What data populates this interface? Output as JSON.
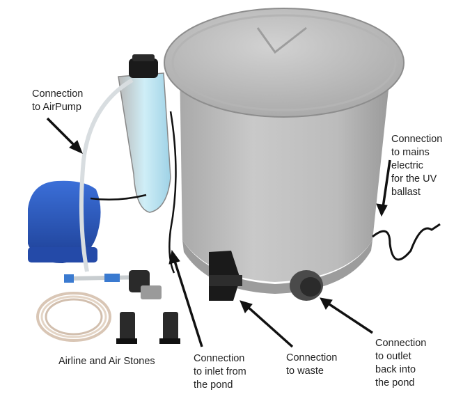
{
  "labels": {
    "airpump": "Connection\nto AirPump",
    "mains": "Connection\nto mains\nelectric\nfor the UV\nballast",
    "airline": "Airline and Air Stones",
    "inlet": "Connection\nto inlet from\nthe pond",
    "waste": "Connection\nto waste",
    "outlet": "Connection\nto outlet\nback into\nthe pond"
  },
  "colors": {
    "tank": "#bdbdbd",
    "tank_shadow": "#8f8f8f",
    "pump": "#2b55b8",
    "uv_glow": "#bfe6f4",
    "arrow": "#111111",
    "valve": "#1a1a1a"
  }
}
